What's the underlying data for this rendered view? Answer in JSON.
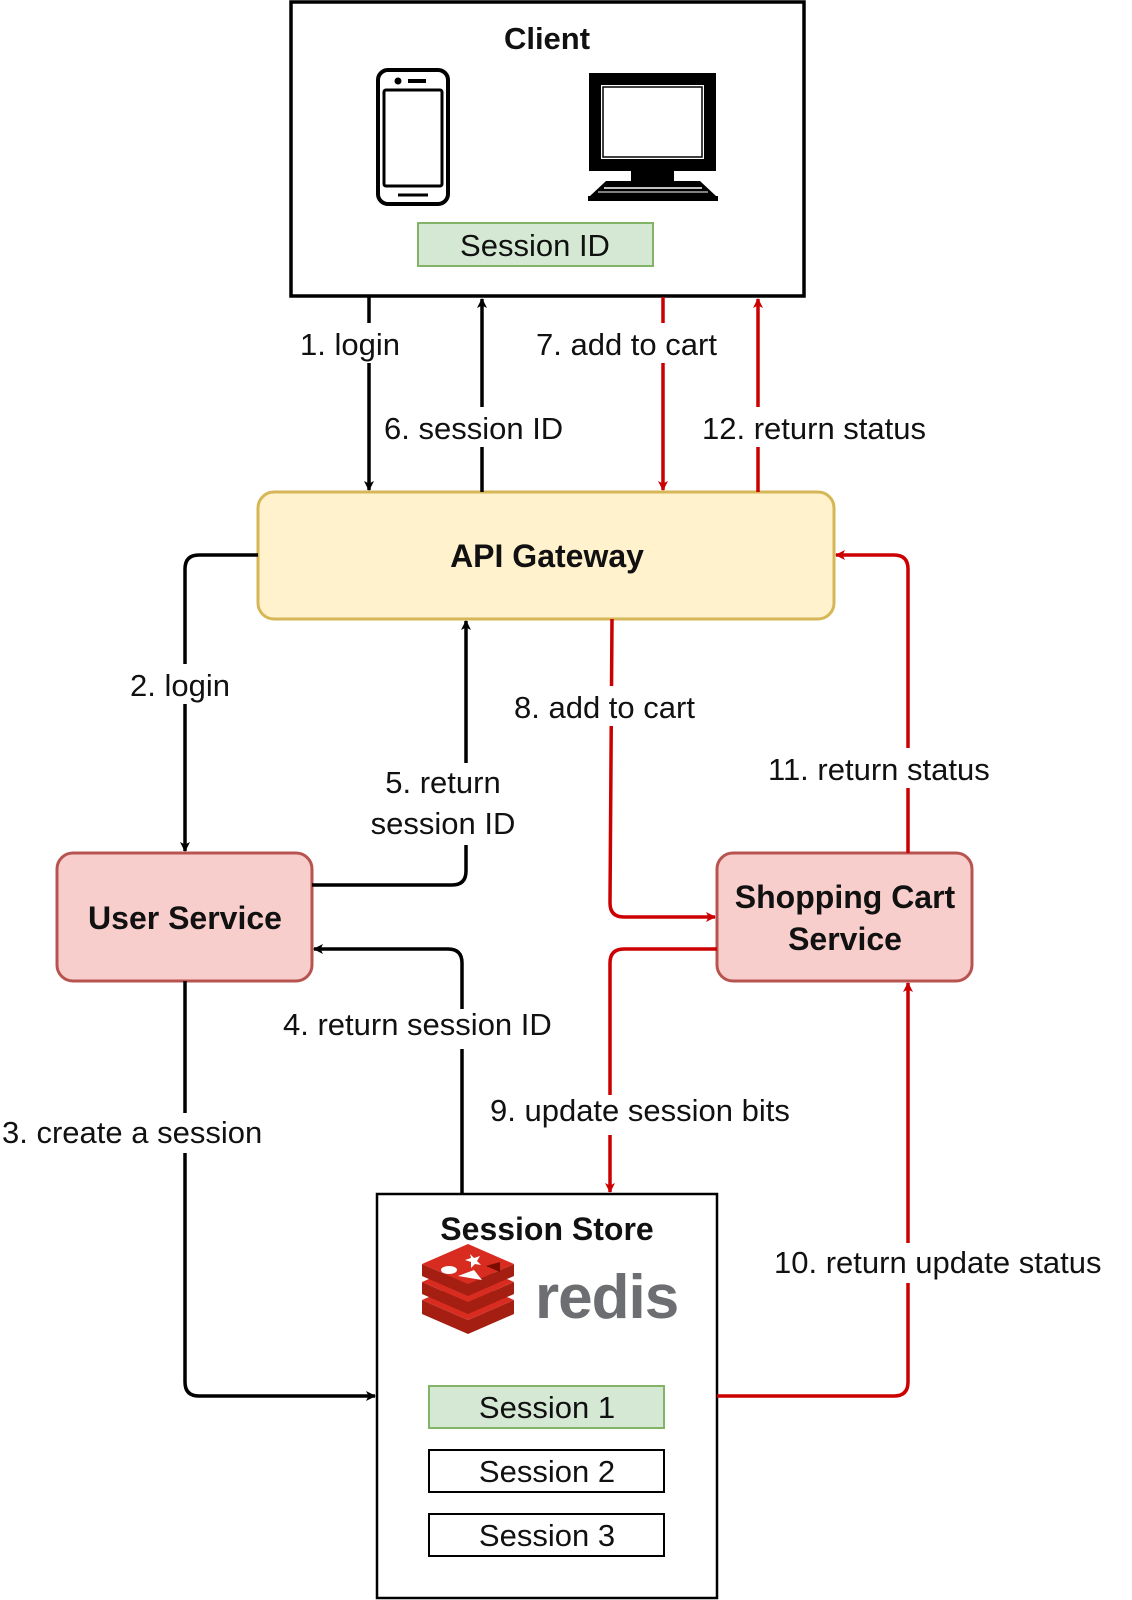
{
  "nodes": {
    "client": {
      "title": "Client",
      "session_id_label": "Session ID"
    },
    "api_gateway": {
      "title": "API Gateway"
    },
    "user_service": {
      "title": "User Service"
    },
    "shopping_cart_service": {
      "title_line1": "Shopping Cart",
      "title_line2": "Service"
    },
    "session_store": {
      "title": "Session Store",
      "logo_text": "redis",
      "sessions": [
        "Session 1",
        "Session 2",
        "Session 3"
      ]
    }
  },
  "edges": {
    "e1": "1. login",
    "e2": "2. login",
    "e3": "3. create a session",
    "e4": "4. return session ID",
    "e5_line1": "5. return",
    "e5_line2": "session ID",
    "e6": "6. session ID",
    "e7": "7. add to cart",
    "e8": "8. add to cart",
    "e9": "9. update session bits",
    "e10": "10. return update status",
    "e11": "11. return status",
    "e12": "12. return status"
  },
  "colors": {
    "flow_login": "#000000",
    "flow_cart": "#cc0000",
    "gateway_fill": "#fff2cc",
    "gateway_stroke": "#d6b656",
    "service_fill": "#f8cecc",
    "service_stroke": "#b85450",
    "session_highlight_fill": "#d5e8d4",
    "session_highlight_stroke": "#82b366",
    "redis_red": "#d82c20"
  },
  "icons": [
    "smartphone-icon",
    "desktop-computer-icon",
    "redis-logo-icon"
  ]
}
